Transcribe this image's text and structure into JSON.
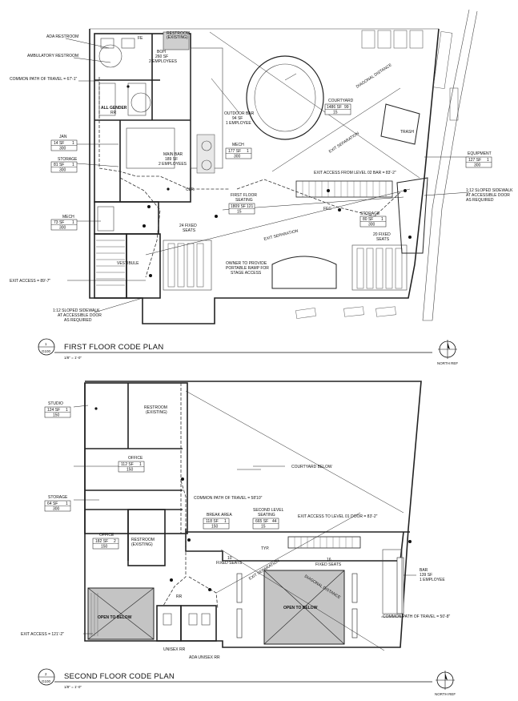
{
  "first_floor": {
    "title": "FIRST FLOOR CODE PLAN",
    "number": "1",
    "sheet": "G100",
    "scale": "1/8\" = 1'-0\"",
    "north": "NORTH REF",
    "labels": {
      "ada_restroom": "ADA RESTROOM",
      "ambulatory_restroom": "AMBULATORY RESTROOM",
      "common_path": "COMMON PATH OF TRAVEL = 67'-1\"",
      "all_gender": "ALL GENDER",
      "rr": "RR",
      "restroom_existing_1": "RESTROOM",
      "restroom_existing_2": "(EXISTING)",
      "boh_1": "BOH",
      "boh_2": "260 SF",
      "boh_3": "2 EMPLOYEES",
      "outdoor_bar_1": "OUTDOOR BAR",
      "outdoor_bar_2": "94 SF",
      "outdoor_bar_3": "1 EMPLOYEE",
      "main_bar_1": "MAIN BAR",
      "main_bar_2": "189 SF",
      "main_bar_3": "2 EMPLOYEES",
      "mech": "MECH",
      "first_floor_seating_1": "FIRST FLOOR",
      "first_floor_seating_2": "SEATING",
      "fixed_seats_24": "24 FIXED",
      "fixed_seats_24b": "SEATS",
      "fixed_seats_20": "20 FIXED",
      "fixed_seats_20b": "SEATS",
      "vestibule": "VESTIBULE",
      "exit_access": "EXIT ACCESS = 89'-7\"",
      "sloped_1": "1:12 SLOPED SIDEWALK",
      "sloped_2": "AT ACCESSIBLE DOOR",
      "sloped_3": "AS REQUIRED",
      "sloped_r1": "1:12 SLOPED SIDEWALK",
      "sloped_r2": "AT ACCESSIBLE DOOR",
      "sloped_r3": "AS REQUIRED",
      "owner_1": "OWNER TO PROVIDE",
      "owner_2": "PORTABLE RAMP FOR",
      "owner_3": "STAGE ACCESS",
      "courtyard": "COURTYARD",
      "trash": "TRASH",
      "equipment": "EQUIPMENT",
      "storage": "STORAGE",
      "jan": "JAN",
      "exit_level02": "EXIT ACCESS FROM LEVEL 02 BAR = 83'-2\"",
      "exit_sep_1": "EXIT SEPARATION",
      "exit_sep_2": "EXIT SEPARATION",
      "diag_dist": "DIAGONAL DISTANCE",
      "clr": "CLR.",
      "fec": "FEC",
      "fe": "FE"
    },
    "tags": {
      "jan": {
        "area": "14 SF",
        "occ": "1",
        "load": "300"
      },
      "storage_l": {
        "area": "81 SF",
        "occ": "1",
        "load": "300"
      },
      "mech_l": {
        "area": "73 SF",
        "occ": "1",
        "load": "300"
      },
      "mech_c": {
        "area": "177 SF",
        "occ": "1",
        "load": "300"
      },
      "seating": {
        "area": "1809 SF",
        "occ": "121",
        "load": "15"
      },
      "courtyard": {
        "area": "1486 SF",
        "occ": "99",
        "load": "15"
      },
      "equipment": {
        "area": "127 SF",
        "occ": "1",
        "load": "300"
      },
      "storage_r": {
        "area": "80 SF",
        "occ": "1",
        "load": "300"
      }
    }
  },
  "second_floor": {
    "title": "SECOND FLOOR CODE PLAN",
    "number": "2",
    "sheet": "G100",
    "scale": "1/8\" = 1'-0\"",
    "north": "NORTH REF",
    "labels": {
      "studio": "STUDIO",
      "restroom_1": "RESTROOM",
      "restroom_2": "(EXISTING)",
      "office_1": "OFFICE",
      "storage": "STORAGE",
      "office_2": "OFFICE",
      "restroom_b1": "RESTROOM",
      "restroom_b2": "(EXISTING)",
      "common_path": "COMMON PATH OF TRAVEL = 58'10\"",
      "courtyard_below": "COURTYARD BELOW",
      "break_area": "BREAK AREA",
      "second_seating_1": "SECOND LEVEL",
      "second_seating_2": "SEATING",
      "exit_access_l01": "EXIT ACCESS TO LEVEL 01 DOOR = 83'-2\"",
      "typ": "TYP.",
      "fixed_10_1": "10",
      "fixed_10_2": "FIXED SEATS",
      "fixed_16_1": "16",
      "fixed_16_2": "FIXED SEATS",
      "bar_1": "BAR",
      "bar_2": "139 SF",
      "bar_3": "1 EMPLOYEE",
      "open_below_1": "OPEN TO BELOW",
      "open_below_2": "OPEN TO BELOW",
      "exit_access": "EXIT ACCESS = 121'-2\"",
      "common_path_2": "COMMON PATH OF TRAVEL = 50'-8\"",
      "unisex_rr": "UNISEX RR",
      "ada_unisex_rr": "ADA UNISEX RR",
      "exit_sep": "EXIT SEPARATION",
      "diag_dist": "DIAGONAL DISTANCE",
      "rr": "RR"
    },
    "tags": {
      "studio": {
        "area": "124 SF",
        "occ": "1",
        "load": "150"
      },
      "office_1": {
        "area": "112 SF",
        "occ": "1",
        "load": "150"
      },
      "storage": {
        "area": "64 SF",
        "occ": "1",
        "load": "300"
      },
      "office_2": {
        "area": "182 SF",
        "occ": "2",
        "load": "150"
      },
      "break_area": {
        "area": "118 SF",
        "occ": "1",
        "load": "150"
      },
      "second_seating": {
        "area": "665 SF",
        "occ": "44",
        "load": "15"
      }
    }
  }
}
